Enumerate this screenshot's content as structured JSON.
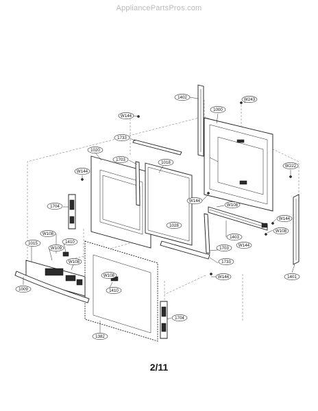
{
  "watermark": "AppliancePartsPros.com",
  "page_number": "2/11",
  "callouts": {
    "c1402": "1402",
    "c1000": "1000",
    "cW243": "W243",
    "cW144a": "W144",
    "c1733a": "1733",
    "c1020": "1020",
    "c1703a": "1703",
    "c1018": "1018",
    "cW222": "W222",
    "cW144b": "W144",
    "cW144c": "W144",
    "cW108a": "W108",
    "c1704a": "1704",
    "cW144d": "W144",
    "c1028": "1028",
    "c1403": "1403",
    "cW108b": "W108",
    "cW108c": "W108",
    "c1410a": "1410",
    "c1015": "1015",
    "cW109": "W109",
    "c1703b": "1703",
    "cW144e": "W144",
    "cW108d": "W108",
    "c1733b": "1733",
    "c1009": "1009",
    "cW108e": "W108",
    "c1410b": "1410",
    "cW144f": "W144",
    "c1401": "1401",
    "c1704b": "1704",
    "c1382": "1382"
  }
}
